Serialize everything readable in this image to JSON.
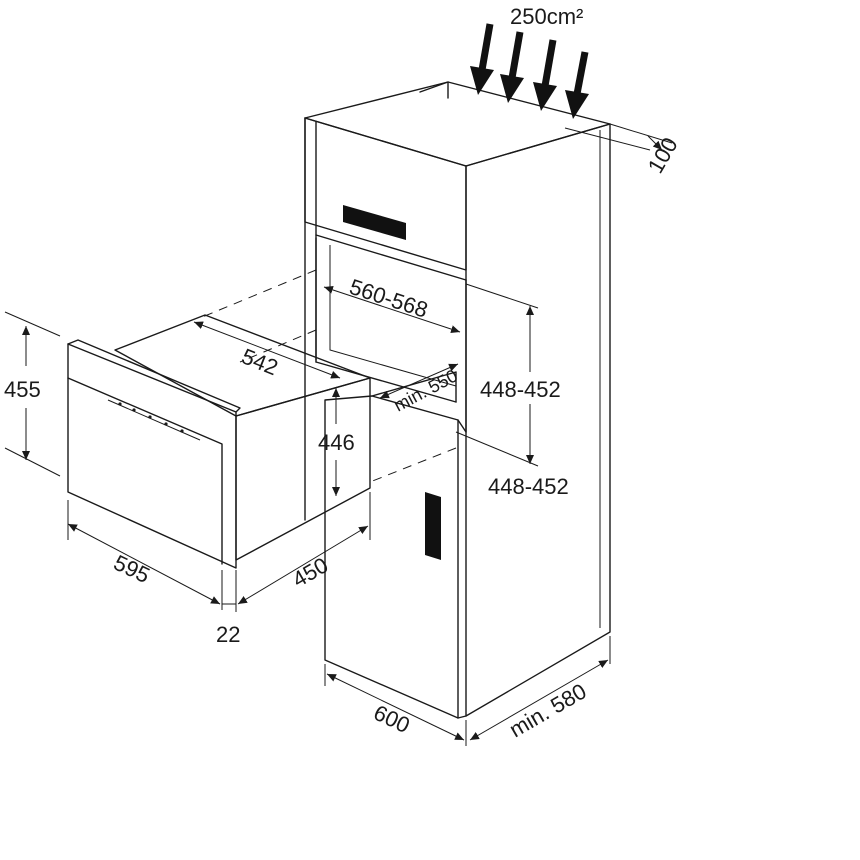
{
  "diagram": {
    "labels": {
      "airflow": "250cm²",
      "top_gap": "100",
      "niche_width": "560-568",
      "niche_height_upper": "448-452",
      "niche_height_lower": "448-452",
      "niche_depth_min": "min. 550",
      "oven_depth_top": "542",
      "oven_front_height": "455",
      "oven_body_height": "446",
      "oven_width": "595",
      "oven_depth": "450",
      "front_thickness": "22",
      "cabinet_width": "600",
      "cabinet_depth_min": "min. 580"
    },
    "colors": {
      "line": "#1a1a1a",
      "fill_dark": "#111111",
      "background": "#ffffff"
    }
  }
}
